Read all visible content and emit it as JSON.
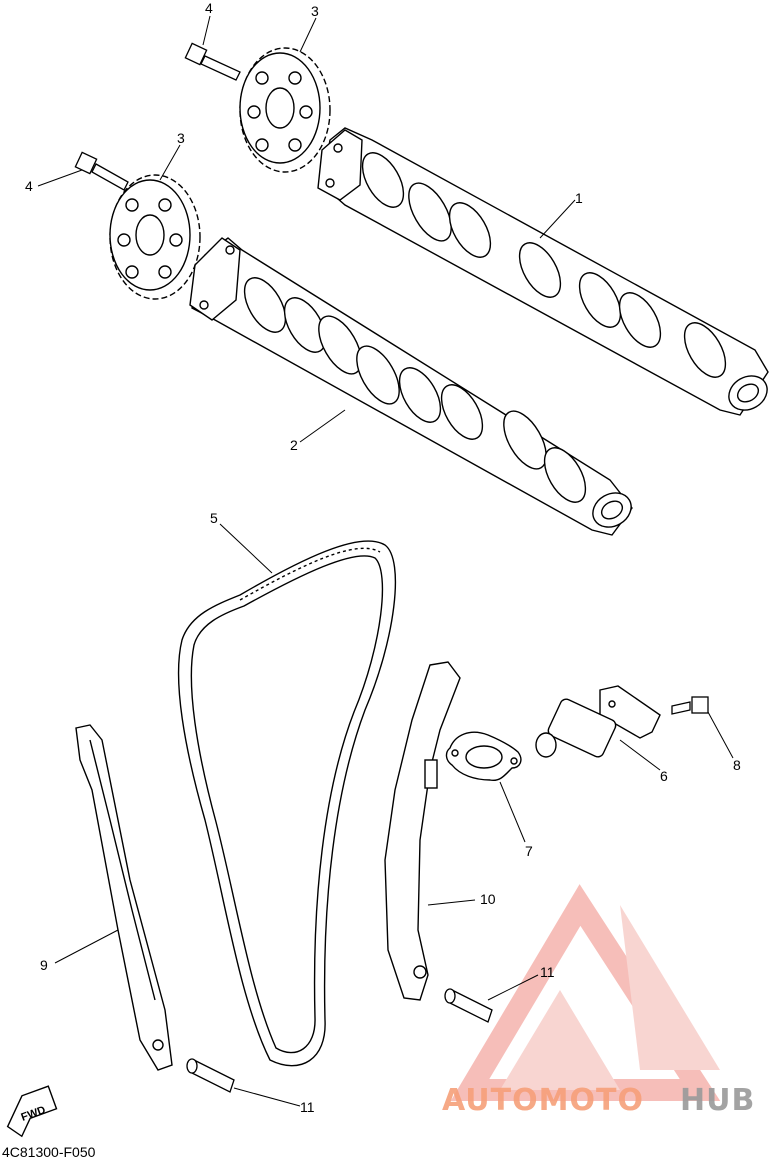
{
  "callouts": {
    "c1": "1",
    "c2": "2",
    "c3a": "3",
    "c3b": "3",
    "c4a": "4",
    "c4b": "4",
    "c5": "5",
    "c6": "6",
    "c7": "7",
    "c8": "8",
    "c9": "9",
    "c10": "10",
    "c11a": "11",
    "c11b": "11"
  },
  "fwd_label": "FWD",
  "diagram_code": "4C81300-F050",
  "watermark": {
    "part1": "AUTOMOTO",
    "part2": "HUB",
    "color_accent": "#f6a07a",
    "color_gray": "#9a9a9a",
    "logo_color": "#f4b3ad"
  }
}
